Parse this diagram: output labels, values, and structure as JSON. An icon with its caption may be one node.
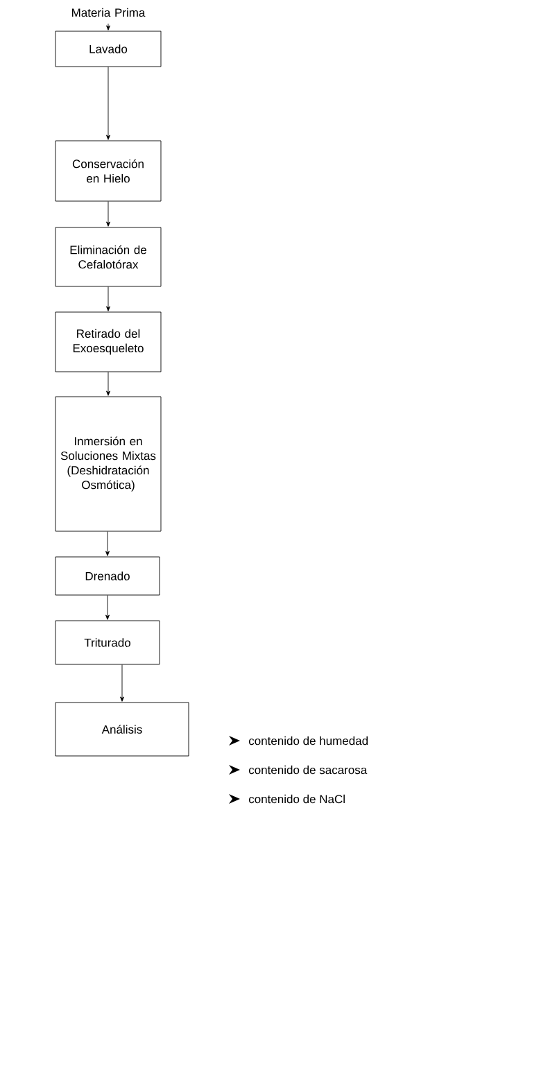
{
  "diagram": {
    "nodes": [
      {
        "text": [
          "Materia Prima"
        ]
      },
      {
        "text": [
          "Lavado"
        ]
      },
      {
        "text": [
          "Conservación en Hielo"
        ]
      },
      {
        "text": [
          "Eliminación de Cefalotórax"
        ]
      },
      {
        "text": [
          "Retirado del Exoesqueleto"
        ]
      },
      {
        "text": [
          "Inmersión en Soluciones Mixtas (Deshidratación Osmótica)"
        ]
      },
      {
        "text": [
          "Drenado"
        ]
      },
      {
        "text": [
          "Triturado"
        ]
      },
      {
        "text": [
          "Análisis"
        ]
      }
    ],
    "edges": [
      {
        "from": 0,
        "to": 1,
        "arrow": "to"
      },
      {
        "from": 1,
        "to": 2,
        "arrow": "to"
      },
      {
        "from": 2,
        "to": 3,
        "arrow": "to"
      },
      {
        "from": 3,
        "to": 4,
        "arrow": "to"
      },
      {
        "from": 4,
        "to": 5,
        "arrow": "to"
      },
      {
        "from": 5,
        "to": 6,
        "arrow": "to"
      },
      {
        "from": 6,
        "to": 7,
        "arrow": "to"
      },
      {
        "from": 7,
        "to": 8,
        "arrow": "to"
      }
    ],
    "labels": [
      "contenido de humedad",
      "contenido de sacarosa",
      "contenido de NaCl"
    ]
  }
}
